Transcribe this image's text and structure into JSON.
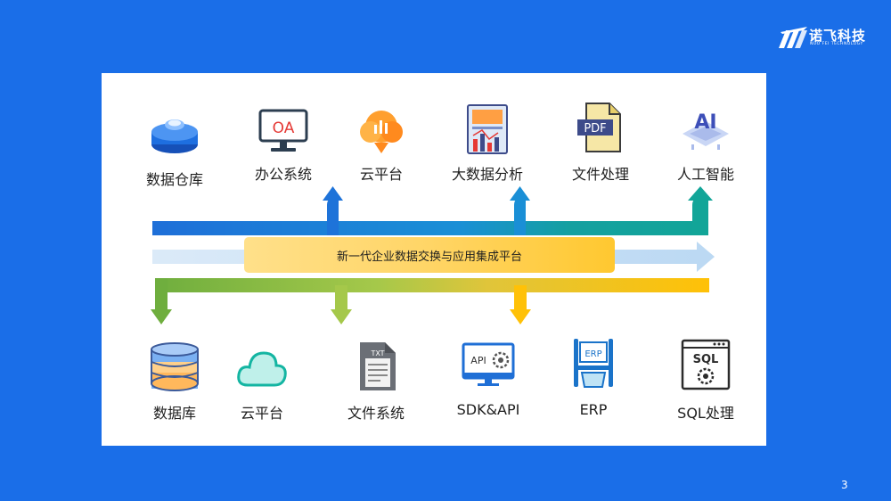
{
  "brand": {
    "name": "诺飞科技",
    "subtitle": "NUO FEI TECHNOLOGY"
  },
  "page_number": "3",
  "platform_label": "新一代企业数据交换与应用集成平台",
  "top_items": [
    {
      "label": "数据仓库",
      "icon": "data-warehouse-icon"
    },
    {
      "label": "办公系统",
      "icon": "oa-monitor-icon",
      "icon_text": "OA"
    },
    {
      "label": "云平台",
      "icon": "cloud-upload-icon"
    },
    {
      "label": "大数据分析",
      "icon": "big-data-chart-icon"
    },
    {
      "label": "文件处理",
      "icon": "pdf-file-icon",
      "icon_text": "PDF"
    },
    {
      "label": "人工智能",
      "icon": "ai-chip-icon",
      "icon_text": "AI"
    }
  ],
  "bottom_items": [
    {
      "label": "数据库",
      "icon": "database-icon"
    },
    {
      "label": "云平台",
      "icon": "cloud-icon"
    },
    {
      "label": "文件系统",
      "icon": "txt-file-icon",
      "icon_text": "TXT"
    },
    {
      "label": "SDK&API",
      "icon": "api-monitor-icon",
      "icon_text": "API"
    },
    {
      "label": "ERP",
      "icon": "erp-icon",
      "icon_text": "ERP"
    },
    {
      "label": "SQL处理",
      "icon": "sql-window-icon",
      "icon_text": "SQL"
    }
  ],
  "colors": {
    "background": "#1a6ee8",
    "top_flow_blue": "#1e73d9",
    "top_flow_teal": "#14a0a0",
    "bottom_green": "#7cb342",
    "bottom_yellow": "#ffc107",
    "platform_band": "#ffd566",
    "light_band": "#cfe4f7"
  }
}
